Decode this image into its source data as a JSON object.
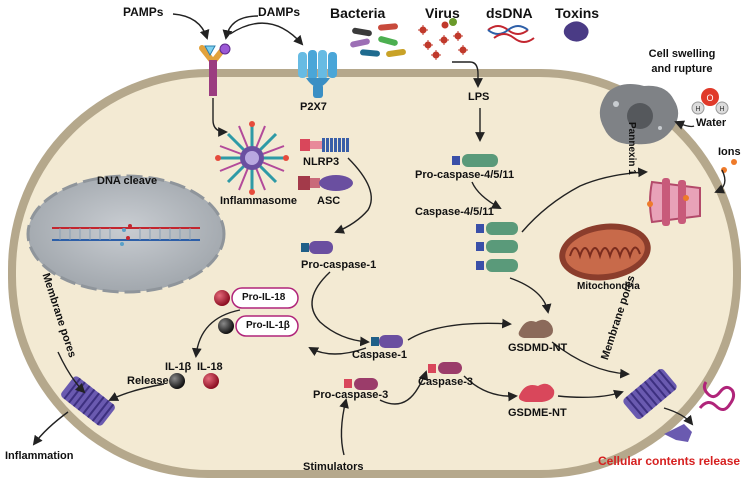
{
  "inputs": {
    "pamps": "PAMPs",
    "damps": "DAMPs",
    "bacteria": "Bacteria",
    "virus": "Virus",
    "dsdna": "dsDNA",
    "toxins": "Toxins",
    "water": "Water",
    "ions": "Ions",
    "stimulators": "Stimulators"
  },
  "cell": {
    "p2x7": "P2X7",
    "lps": "LPS",
    "inflammasome": "Inflammasome",
    "nlrp3": "NLRP3",
    "asc": "ASC",
    "dna_cleave": "DNA cleave",
    "pro_caspase_1": "Pro-caspase-1",
    "caspase_1": "Caspase-1",
    "pro_caspase_4511": "Pro-caspase-4/5/11",
    "caspase_4511": "Caspase-4/5/11",
    "pro_caspase_3": "Pro-caspase-3",
    "caspase_3": "Caspase-3",
    "gsdmd_nt": "GSDMD-NT",
    "gsdme_nt": "GSDME-NT",
    "pro_il18": "Pro-IL-18",
    "pro_il1b": "Pro-IL-1β",
    "il1b": "IL-1β",
    "il18": "IL-18",
    "release": "Release",
    "mitochondria": "Mitochondria",
    "pannexin": "Pannexin 1",
    "membrane_pores_left": "Membrane pores",
    "membrane_pores_right": "Membrane pores"
  },
  "outcomes": {
    "cell_swelling_line1": "Cell swelling",
    "cell_swelling_line2": "and rupture",
    "inflammation": "Inflammation",
    "cellular_release": "Cellular contents release"
  }
}
